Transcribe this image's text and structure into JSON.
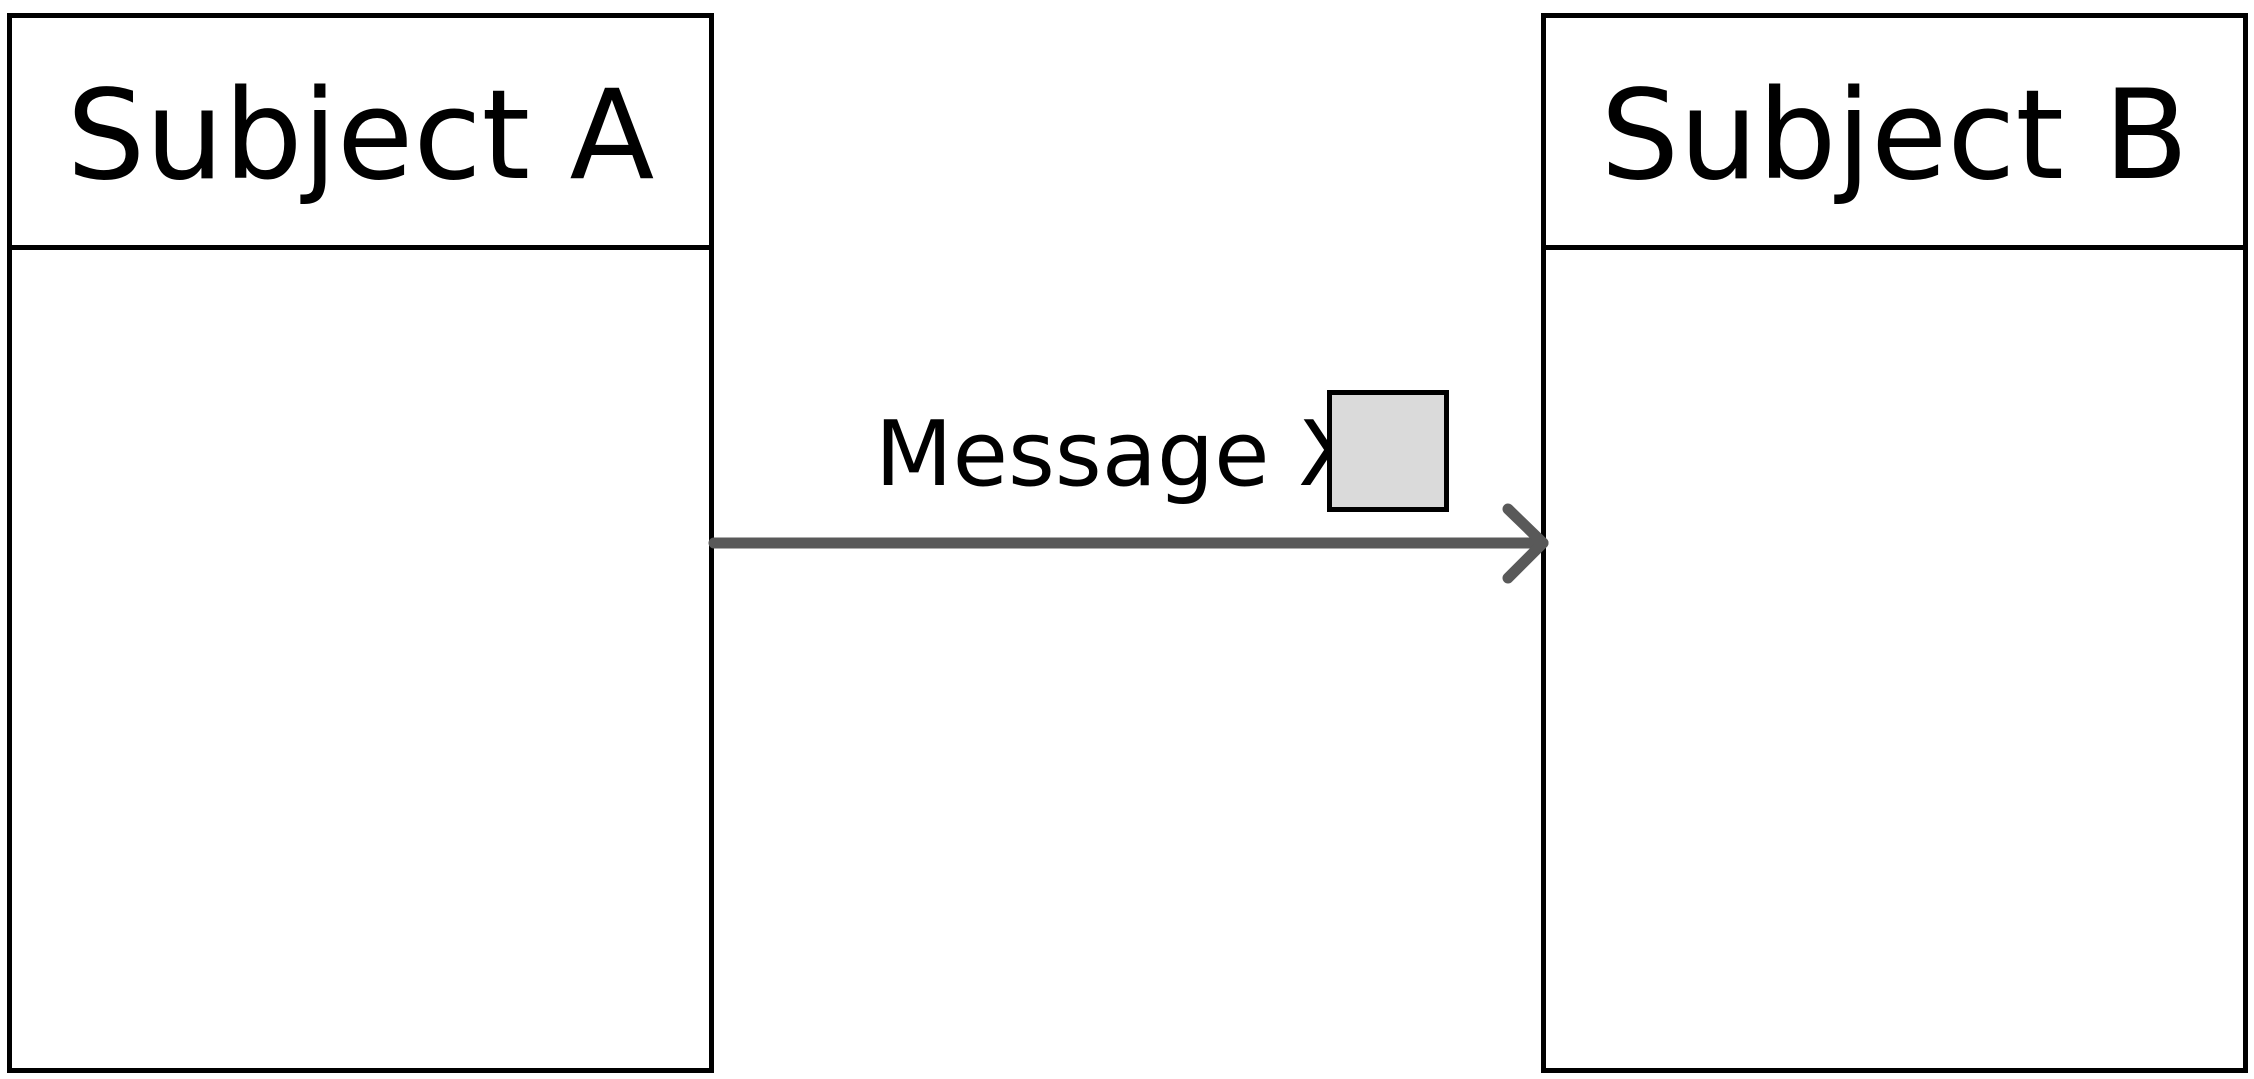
{
  "subjects": [
    {
      "name": "Subject A"
    },
    {
      "name": "Subject B"
    }
  ],
  "message": {
    "label": "Message X",
    "object_color": "#dadada",
    "arrow_color": "#595959"
  }
}
